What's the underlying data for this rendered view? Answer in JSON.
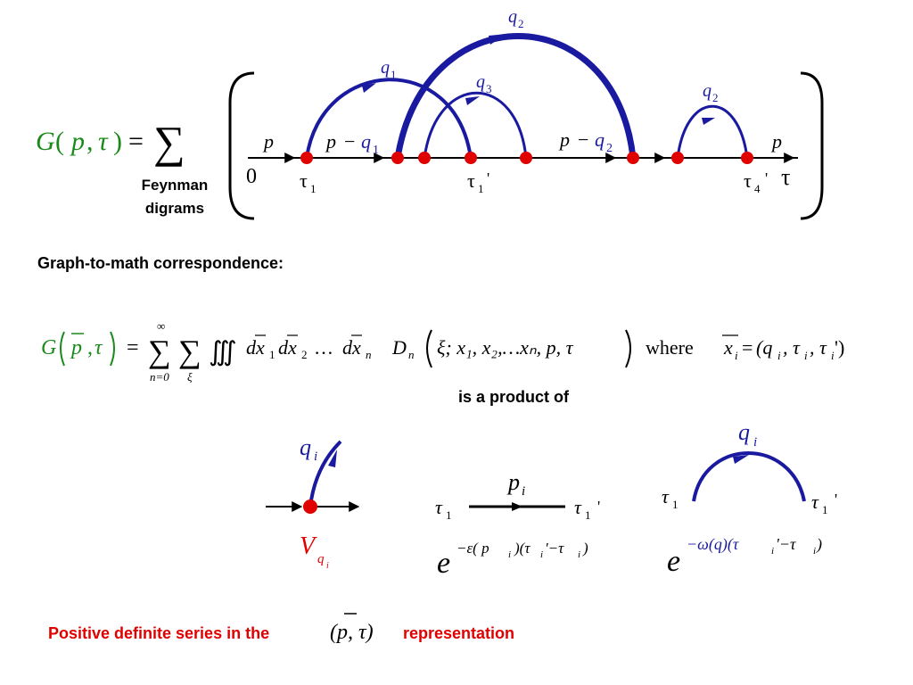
{
  "colors": {
    "green": "#1a8a1a",
    "blue": "#1a1aa0",
    "red": "#e00000",
    "black": "#000000"
  },
  "top_formula": {
    "G": "G",
    "lparen": "(",
    "p": "p",
    "comma": ",",
    "tau": "τ",
    "rparen": ")",
    "eq": "=",
    "sum": "∑"
  },
  "feynman_caption": [
    "Feynman",
    "digrams"
  ],
  "diagram": {
    "zero": "0",
    "tau_axis": "τ",
    "p_left": "p",
    "p_right": "p",
    "p_minus_q1": {
      "p": "p",
      "minus": "−",
      "q": "q",
      "sub": "1"
    },
    "p_minus_q2": {
      "p": "p",
      "minus": "−",
      "q": "q",
      "sub": "2"
    },
    "q1": {
      "q": "q",
      "sub": "1"
    },
    "q2": {
      "q": "q",
      "sub": "2"
    },
    "q3": {
      "q": "q",
      "sub": "3"
    },
    "q2b": {
      "q": "q",
      "sub": "2"
    },
    "tau1": {
      "t": "τ",
      "sub": "1"
    },
    "tau1p": {
      "t": "τ",
      "sub": "1",
      "prime": "'"
    },
    "tau4p": {
      "t": "τ",
      "sub": "4",
      "prime": "'"
    }
  },
  "correspondence_heading": "Graph-to-math correspondence:",
  "formula2": {
    "G": "G",
    "p": "p",
    "tau": "τ",
    "eq": "=",
    "sum_upper": "∞",
    "sum_lower": "n=0",
    "sum2_lower": "ξ",
    "sigma": "∑",
    "integrals": "∭",
    "dx1": "dx",
    "s1": "1",
    "dx2": "dx",
    "s2": "2",
    "dots": "…",
    "dxn": "dx",
    "sn": "n",
    "D": "D",
    "Dsub": "n",
    "args": "ξ; x₁, x₂,…xₙ, p, τ",
    "where": "where",
    "xi": "x",
    "xi_sub": "i",
    "eq2": "=",
    "rhs": "(q",
    "rhs_sub": "i",
    "rhs2": ", τ",
    "rhs2_sub": "i",
    "rhs3": ", τ",
    "rhs3_sub": "i",
    "rhs4": " ')"
  },
  "product_label": "is a product of",
  "vertex": {
    "V": "V",
    "sub": "q",
    "subsub": "i",
    "q": "q",
    "qsub": "i"
  },
  "propagator": {
    "tau_l": "τ",
    "tau_l_sub": "1",
    "tau_r": "τ",
    "tau_r_sub": "1",
    "prime": "'",
    "p": "p",
    "psub": "i",
    "e": "e",
    "exp": "−ε( p",
    "exp_sub": "i",
    "exp2": ")(τ",
    "exp_sub2": "i",
    "exp3": " '−τ",
    "exp_sub3": "i",
    "exp4": ")"
  },
  "phonon": {
    "tau_l": "τ",
    "tau_l_sub": "1",
    "tau_r": "τ",
    "tau_r_sub": "1",
    "prime": "'",
    "q": "q",
    "qsub": "i",
    "e": "e",
    "exp": "−ω(q)(τ",
    "exp_sub": "i",
    "exp2": " '−τ",
    "exp_sub2": "i",
    "exp3": " )"
  },
  "footer": {
    "left": "Positive definite series in the",
    "formula": "(p, τ)",
    "right": "representation"
  }
}
